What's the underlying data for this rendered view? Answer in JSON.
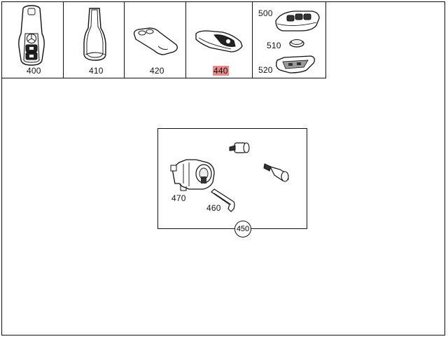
{
  "parts_top": [
    {
      "id": "400",
      "name": "key-fob"
    },
    {
      "id": "410",
      "name": "key-housing"
    },
    {
      "id": "420",
      "name": "battery-holder"
    },
    {
      "id": "440",
      "name": "key-cover",
      "highlighted": true
    },
    {
      "id": "500",
      "name": "button-pad"
    },
    {
      "id": "510",
      "name": "battery"
    },
    {
      "id": "520",
      "name": "circuit-board"
    }
  ],
  "group": {
    "id": "450",
    "parts": [
      {
        "id": "470",
        "name": "lock-cylinder"
      },
      {
        "id": "460",
        "name": "lever"
      }
    ]
  },
  "colors": {
    "line": "#111111",
    "highlight": "#e88888"
  }
}
